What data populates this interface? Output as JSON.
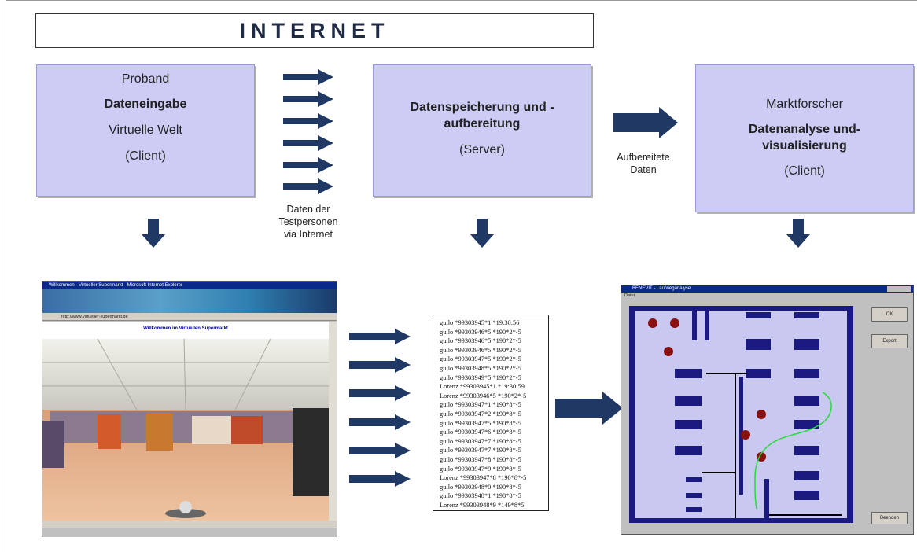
{
  "header": {
    "title": "INTERNET"
  },
  "boxes": {
    "client": {
      "role": "Proband",
      "title": "Dateneingabe",
      "subtitle": "Virtuelle Welt",
      "tag": "(Client)"
    },
    "server": {
      "title_line1": "Datenspeicherung und -",
      "title_line2": "aufbereitung",
      "tag": "(Server)"
    },
    "analyst": {
      "role": "Marktforscher",
      "title_line1": "Datenanalyse und-",
      "title_line2": "visualisierung",
      "tag": "(Client)"
    }
  },
  "labels": {
    "transfer": [
      "Daten der",
      "Testpersonen",
      "via Internet"
    ],
    "processed": [
      "Aufbereitete",
      "Daten"
    ]
  },
  "screens": {
    "browser": {
      "window_title": "Willkommen - Virtueller Supermarkt - Microsoft Internet Explorer",
      "page_heading": "Willkommen im Virtuellen Supermarkt",
      "address": "http://www.virtueller-supermarkt.de"
    },
    "analysis": {
      "window_title": "BENEVIT - Laufweganalyse",
      "menu": "Datei",
      "button_top": "OK",
      "button_mid": "Export",
      "button_bottom": "Beenden"
    }
  },
  "log_lines": [
    "guilo *99303945*1 *19:30:56",
    "guilo *99303946*5 *190*2*-5",
    "guilo *99303946*5 *190*2*-5",
    "guilo *99303946*5 *190*2*-5",
    "guilo *99303947*5 *190*2*-5",
    "guilo *99303948*5 *190*2*-5",
    "guilo *99303949*5 *190*2*-5",
    "Lorenz *99303945*1 *19:30:59",
    "Lorenz *99303946*5 *190*2*-5",
    "guilo *99303947*1 *190*8*-5",
    "guilo *99303947*2 *190*8*-5",
    "guilo *99303947*5 *190*8*-5",
    "guilo *99303947*6 *190*8*-5",
    "guilo *99303947*7 *190*8*-5",
    "guilo *99303947*7 *190*8*-5",
    "guilo *99303947*8 *190*8*-5",
    "guilo *99303947*9 *190*8*-5",
    "Lorenz *99303947*8 *190*8*-5",
    "guilo *99303948*0 *190*8*-5",
    "guilo *99303948*1 *190*8*-5",
    "Lorenz *99303948*9 *149*8*5"
  ]
}
